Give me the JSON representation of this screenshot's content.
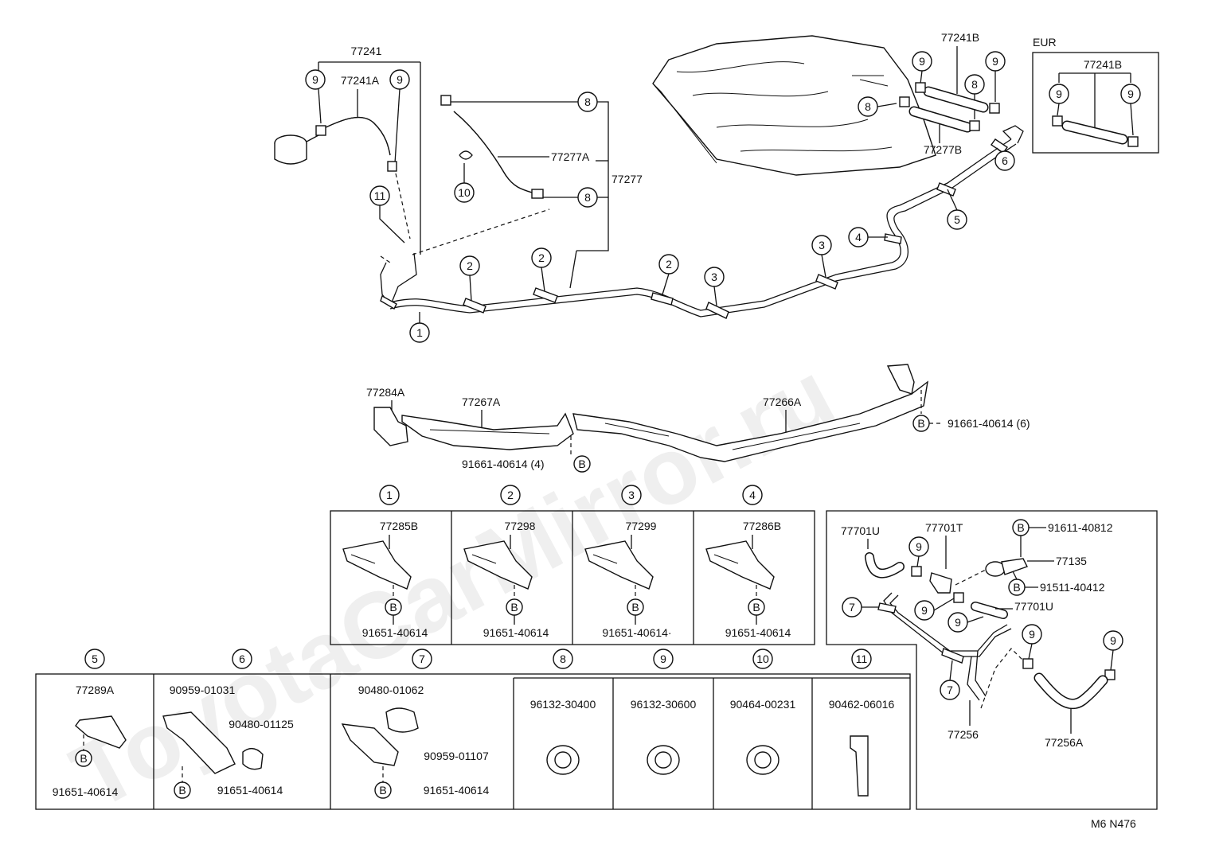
{
  "watermark": "ToyotaCarMirror.ru",
  "drawing_code": "M6 N476",
  "fuel_line": {
    "assy": "77241",
    "hose": "77241A",
    "clip": "9",
    "clamp": "11",
    "pipe_assy": "77277",
    "pipe": "77277A",
    "pipe_clip": "8",
    "pipe_clip2": "10",
    "rear_hose": "77241B",
    "rear_pipe": "77277B",
    "eur_label": "EUR",
    "eur_hose": "77241B",
    "clamp_refs": [
      "1",
      "2",
      "2",
      "2",
      "3",
      "3",
      "4",
      "5",
      "6",
      "8",
      "9",
      "9",
      "8",
      "9",
      "9"
    ]
  },
  "protectors": {
    "p1": "77284A",
    "p2": "77267A",
    "p3": "77266A",
    "bolt_left": "91661-40614 (4)",
    "bolt_right": "91661-40614 (6)",
    "bolt_mark": "B"
  },
  "clamps_top": [
    {
      "ref": "1",
      "part": "77285B",
      "bolt": "91651-40614"
    },
    {
      "ref": "2",
      "part": "77298",
      "bolt": "91651-40614"
    },
    {
      "ref": "3",
      "part": "77299",
      "bolt": "91651-40614·"
    },
    {
      "ref": "4",
      "part": "77286B",
      "bolt": "91651-40614"
    }
  ],
  "clamps_bottom": [
    {
      "ref": "5",
      "part": "77289A",
      "bolt": "91651-40614"
    },
    {
      "ref": "6",
      "part": "90959-01031",
      "part2": "90480-01125",
      "bolt": "91651-40614"
    },
    {
      "ref": "7",
      "part": "90480-01062",
      "part2": "90959-01107",
      "bolt": "91651-40614"
    },
    {
      "ref": "8",
      "part": "96132-30400"
    },
    {
      "ref": "9",
      "part": "96132-30600"
    },
    {
      "ref": "10",
      "part": "90464-00231"
    },
    {
      "ref": "11",
      "part": "90462-06016"
    }
  ],
  "vent": {
    "hose_u": "77701U",
    "valve_t": "77701T",
    "bolt1": "91611-40812",
    "valve": "77135",
    "bolt2": "91511-40412",
    "hose_u2": "77701U",
    "pipe": "77256",
    "hose": "77256A",
    "clip7": "7",
    "clip9": "9"
  }
}
